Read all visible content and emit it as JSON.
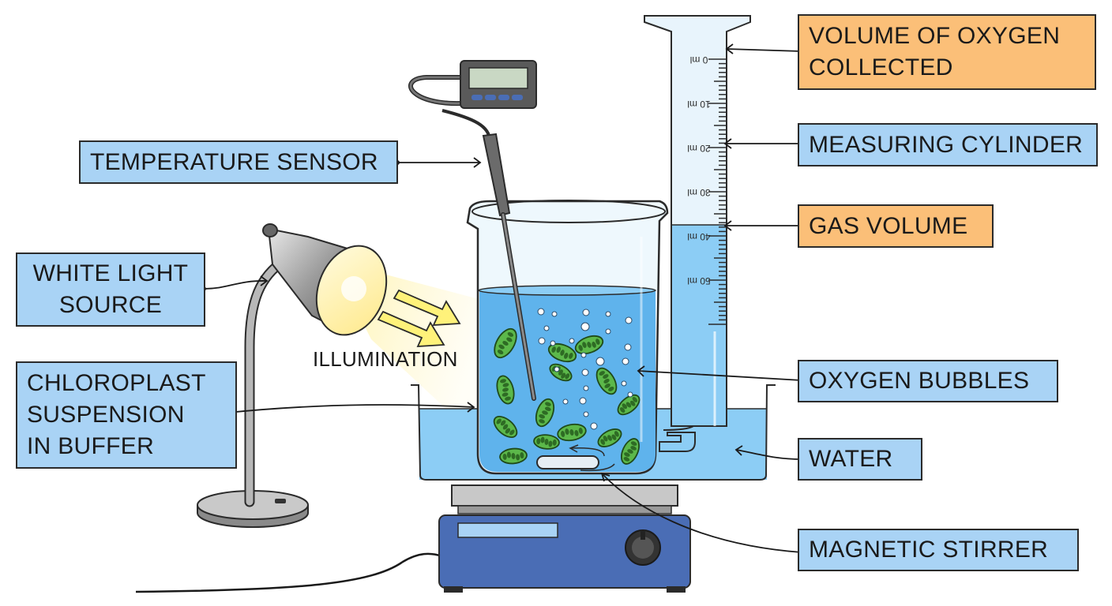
{
  "labels": {
    "temperature_sensor": "TEMPERATURE SENSOR",
    "white_light_source_line1": "WHITE LIGHT",
    "white_light_source_line2": "SOURCE",
    "illumination": "ILLUMINATION",
    "chloroplast_line1": "CHLOROPLAST",
    "chloroplast_line2": "SUSPENSION",
    "chloroplast_line3": "IN BUFFER",
    "volume_oxygen_line1": "VOLUME OF OXYGEN",
    "volume_oxygen_line2": "COLLECTED",
    "measuring_cylinder": "MEASURING CYLINDER",
    "gas_volume": "GAS VOLUME",
    "oxygen_bubbles": "OXYGEN BUBBLES",
    "water": "WATER",
    "magnetic_stirrer": "MAGNETIC STIRRER"
  },
  "cylinder_scale": [
    "0 ml",
    "10 ml",
    "20 ml",
    "30 ml",
    "40 ml",
    "50 ml"
  ],
  "colors": {
    "label_blue": "#a9d3f5",
    "label_orange": "#fbbf78",
    "water": "#5fb3ec",
    "chloroplast": "#5cb84a",
    "stirrer_base": "#4a6db5"
  }
}
